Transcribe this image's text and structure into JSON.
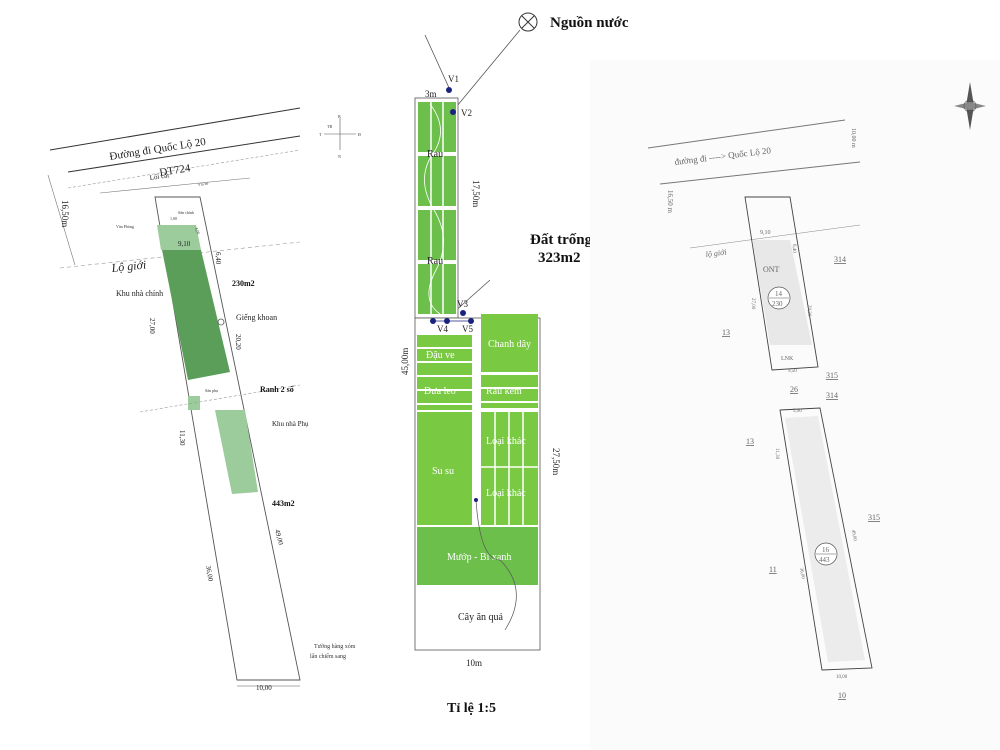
{
  "colors": {
    "dark_green": "#5a9e5a",
    "medium_green": "#6cbf4b",
    "light_green": "#7ac943",
    "pale_green": "#9ccb9c",
    "white": "#ffffff"
  },
  "left_plan": {
    "road_name": "Đường đi Quốc Lộ 20",
    "road_code": "DT724",
    "frontage_width": "16,50m",
    "setback_label": "Lộ giới",
    "road_edge_label": "Lối cắt",
    "neighbor_top_right": "Vĩa hè",
    "gate_label": "Sân chính",
    "side_room_label": "Văn Phòng",
    "front_dim": "1,00",
    "front_width": "9,10",
    "inner_dim": "4,00",
    "setback_dim": "6,40",
    "area_front": "230m2",
    "main_house_label": "Khu nhà chính",
    "well_label": "Giếng khoan",
    "length_left_a": "27,00",
    "length_right_a": "20,20",
    "rear_yard_label": "Sân phụ",
    "boundary_label": "Ranh 2 sổ",
    "length_left_b": "11,30",
    "secondary_house_label": "Khu nhà Phụ",
    "area_rear": "443m2",
    "length_right_b": "49,00",
    "length_left_c": "36,00",
    "neighbor_wall_label_1": "Tường hàng xóm",
    "neighbor_wall_label_2": "lấn chiếm sang",
    "rear_width": "10,00"
  },
  "compass_small": {
    "n": "B",
    "ne": "TB",
    "w": "T",
    "e": "Đ",
    "s": "N"
  },
  "middle_plan": {
    "water_source": "Nguồn nước",
    "valves": [
      "V1",
      "V2",
      "V3",
      "V4",
      "V5"
    ],
    "dim_3m": "3m",
    "dim_17_50": "17,50m",
    "dim_45": "45,00m",
    "dim_27_50": "27,50m",
    "dim_10m": "10m",
    "empty_land_1": "Đất trống",
    "empty_land_2": "323m2",
    "plots": {
      "rau_1": "Rau",
      "rau_2": "Rau",
      "dau_ve": "Đậu ve",
      "dua_leo": "Dưa leo",
      "su_su": "Su su",
      "chanh_day": "Chanh dây",
      "rau_kem": "Rau kèm",
      "loai_khac_1": "Loại khác",
      "loai_khac_2": "Loại khác",
      "muop_bi_xanh": "Mướp - Bí xanh",
      "cay_an_qua": "Cây ăn quả"
    },
    "scale_label": "Tỉ lệ 1:5"
  },
  "right_plan": {
    "road_label": "đường đi ----> Quốc Lộ 20",
    "road_width": "10,00 m",
    "frontage": "16,50 m",
    "setback_label": "lộ giới",
    "width_top": "9,10",
    "setback_dim": "6,40",
    "land_type": "ONT",
    "parcel_top": "14",
    "area_top": "230",
    "neighbor_314": "314",
    "neighbor_13": "13",
    "length_left": "27,00",
    "length_right": "20,20",
    "house_label": "LNK",
    "width_mid": "9,50",
    "neighbor_315": "315",
    "neighbor_26": "26",
    "neighbor_314b": "314",
    "width_lower": "5,90",
    "neighbor_13b": "13",
    "lower_dim_left": "11,30",
    "lower_dim_right": "49,00",
    "neighbor_315b": "315",
    "parcel_bottom": "16",
    "area_bottom": "443",
    "neighbor_11": "11",
    "length_bottom_left": "36,00",
    "width_bottom": "10,00",
    "neighbor_10": "10"
  }
}
